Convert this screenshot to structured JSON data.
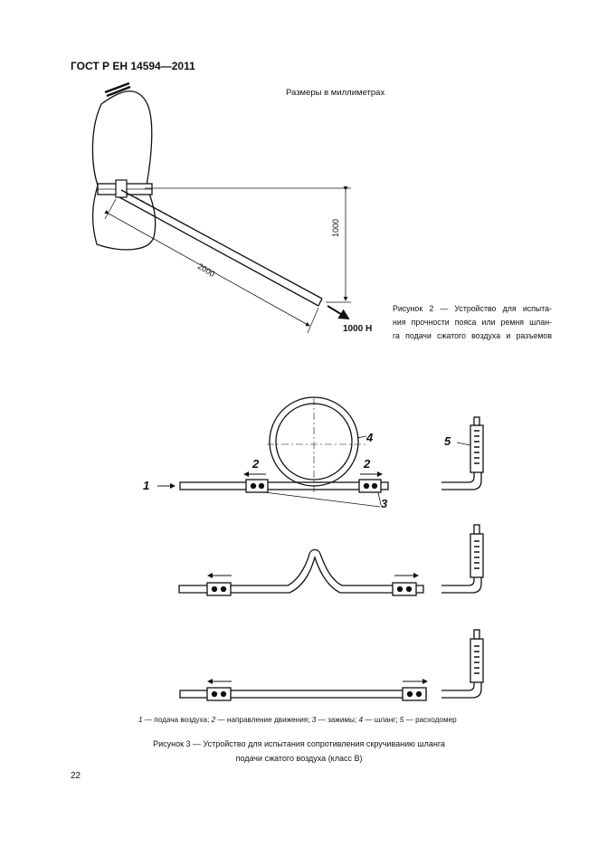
{
  "header": {
    "standard": "ГОСТ Р ЕН 14594—2011"
  },
  "figure2": {
    "units_note": "Размеры в миллиметрах",
    "dim_vertical": "1000",
    "dim_length": "2000",
    "force_label": "1000 Н",
    "caption_lines": [
      "Рисунок  2 — Устройство для испыта-",
      "ния прочности пояса или ремня шлан-",
      "га подачи сжатого воздуха и разъемов"
    ]
  },
  "figure3": {
    "labels": {
      "supply": "1",
      "direction": "2",
      "clamps": "3",
      "hose": "4",
      "flowmeter": "5"
    },
    "legend": [
      {
        "num": "1",
        "text": " — подача воздуха; "
      },
      {
        "num": "2",
        "text": " — направление движения; "
      },
      {
        "num": "3",
        "text": " — зажимы; "
      },
      {
        "num": "4",
        "text": " — шланг; "
      },
      {
        "num": "5",
        "text": " — расходомер"
      }
    ],
    "caption_lines": [
      "Рисунок  3 — Устройство для испытания сопротивления скручиванию шланга",
      "подачи сжатого воздуха (класс В)"
    ]
  },
  "footer": {
    "page_number": "22"
  }
}
